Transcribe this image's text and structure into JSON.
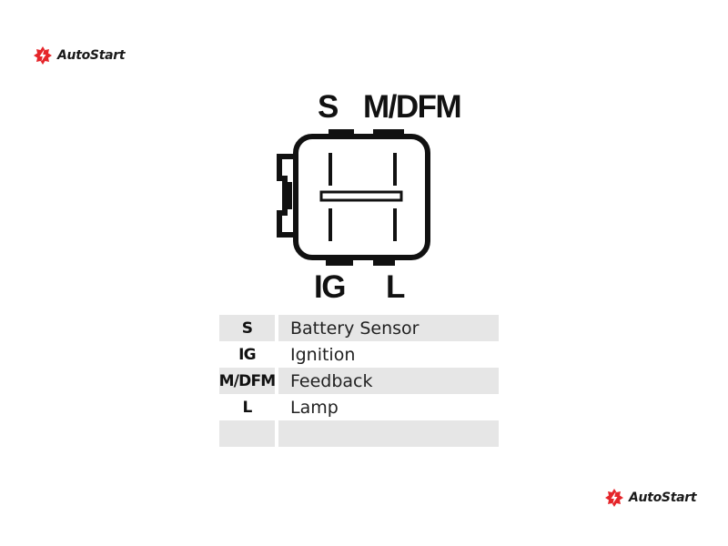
{
  "brand": {
    "name": "AutoStart",
    "accent_color": "#e5252a",
    "icon": "autostart-logo-icon"
  },
  "connector": {
    "top_labels": [
      "S",
      "M/DFM"
    ],
    "bottom_labels": [
      "IG",
      "L"
    ]
  },
  "legend": {
    "rows": [
      {
        "code": "S",
        "description": "Battery Sensor"
      },
      {
        "code": "IG",
        "description": "Ignition"
      },
      {
        "code": "M/DFM",
        "description": "Feedback"
      },
      {
        "code": "L",
        "description": "Lamp"
      },
      {
        "code": "",
        "description": ""
      }
    ]
  }
}
